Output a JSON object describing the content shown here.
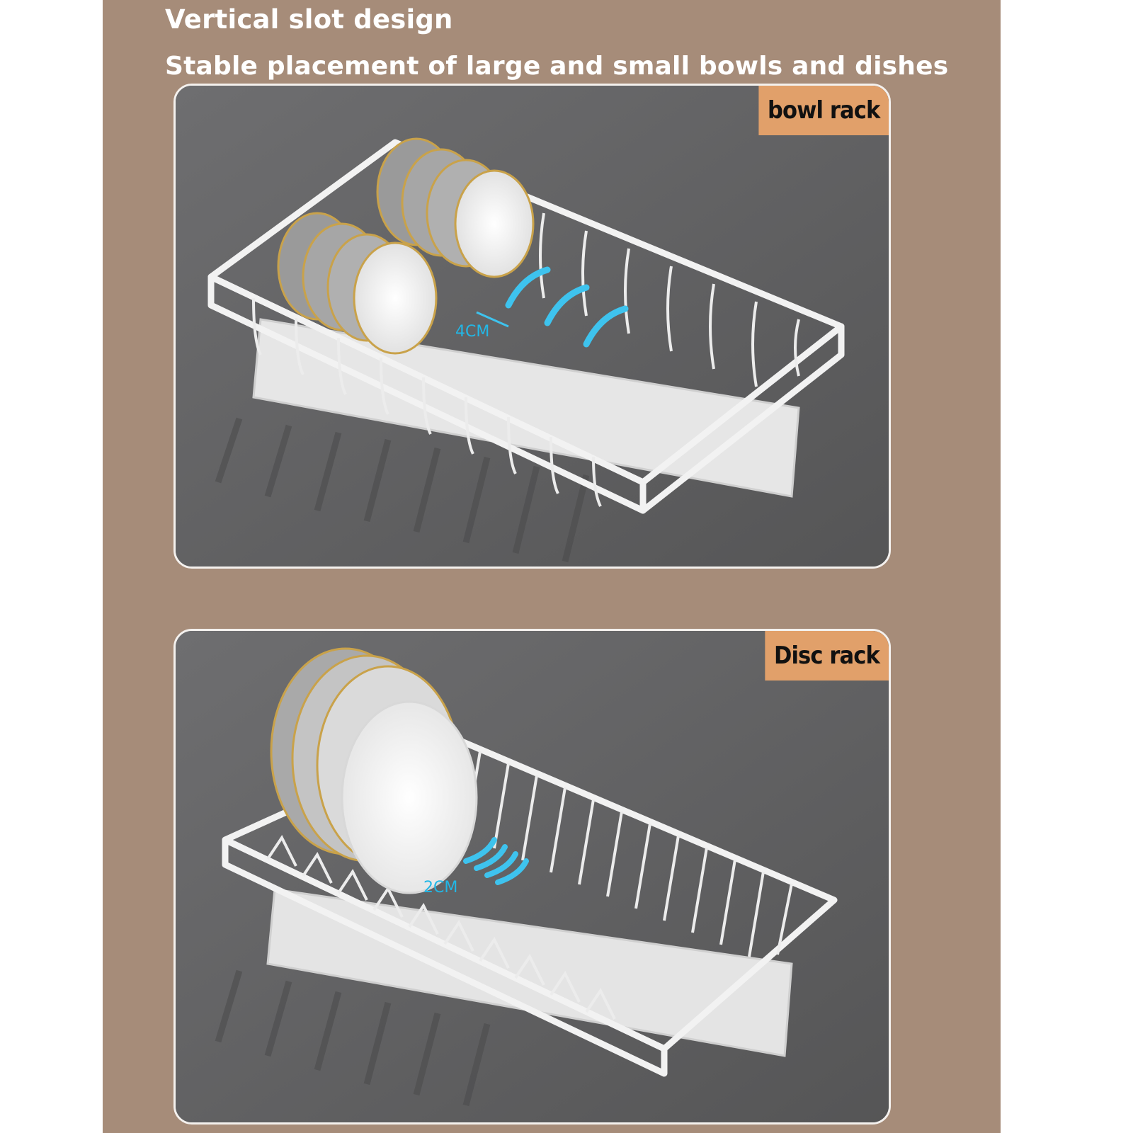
{
  "headings": {
    "line1": "Vertical slot design",
    "line2": "Stable placement of large and small bowls and dishes"
  },
  "panels": [
    {
      "label": "bowl rack",
      "dimension": "4CM"
    },
    {
      "label": "Disc rack",
      "dimension": "2CM"
    }
  ],
  "colors": {
    "background": "#a68c79",
    "panel": "#5f5f60",
    "label": "#e1a06a",
    "accent": "#22b7e6"
  }
}
